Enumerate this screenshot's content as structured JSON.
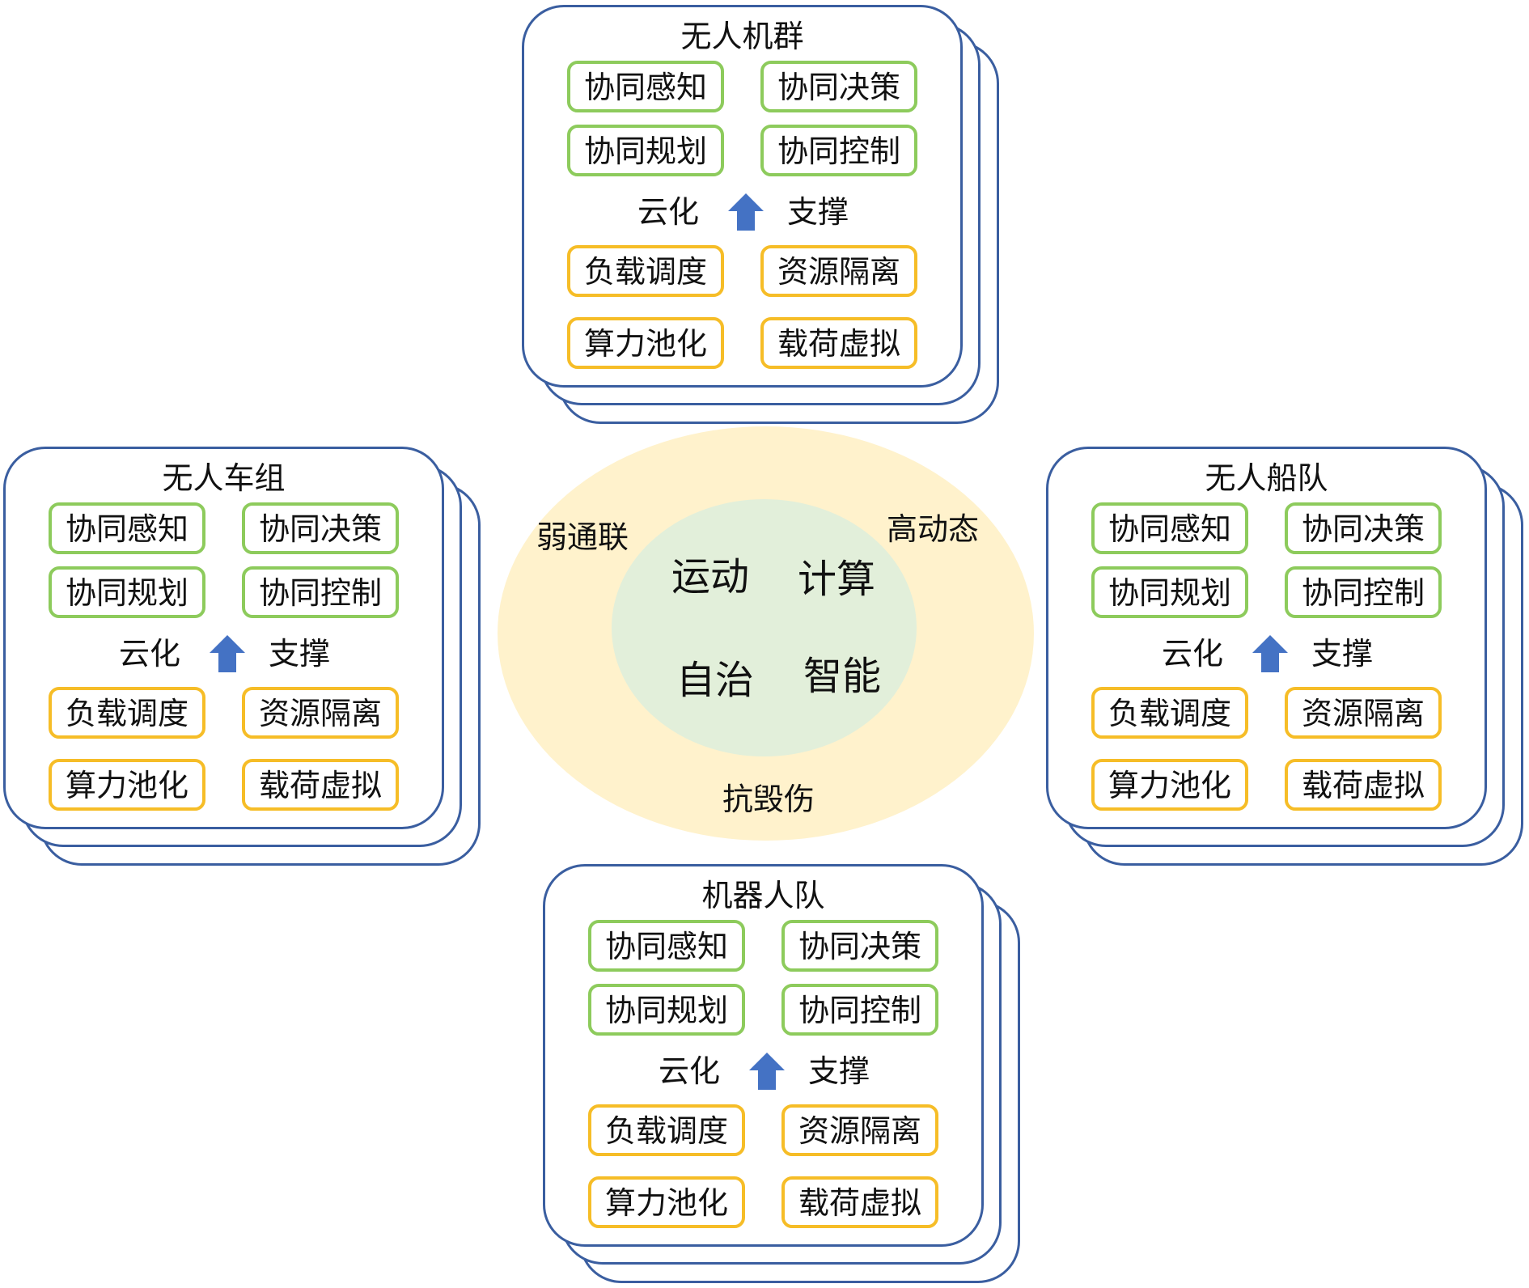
{
  "colors": {
    "card_border": "#3a5ea0",
    "green_border": "#8dcb5c",
    "yellow_border": "#f6bd27",
    "arrow_fill": "#4472c4",
    "outer_ellipse": "#fff2cc",
    "inner_ellipse": "#e2efda"
  },
  "center": {
    "environment": {
      "top_left": "弱通联",
      "top_right": "高动态",
      "bottom": "抗毁伤"
    },
    "core": [
      "运动",
      "计算",
      "自治",
      "智能"
    ]
  },
  "clusters": [
    {
      "id": "top",
      "title": "无人机群",
      "collab": [
        "协同感知",
        "协同决策",
        "协同规划",
        "协同控制"
      ],
      "left_label": "云化",
      "right_label": "支撑",
      "arrow_icon": "up-arrow",
      "cloud": [
        "负载调度",
        "资源隔离",
        "算力池化",
        "载荷虚拟"
      ]
    },
    {
      "id": "left",
      "title": "无人车组",
      "collab": [
        "协同感知",
        "协同决策",
        "协同规划",
        "协同控制"
      ],
      "left_label": "云化",
      "right_label": "支撑",
      "arrow_icon": "up-arrow",
      "cloud": [
        "负载调度",
        "资源隔离",
        "算力池化",
        "载荷虚拟"
      ]
    },
    {
      "id": "right",
      "title": "无人船队",
      "collab": [
        "协同感知",
        "协同决策",
        "协同规划",
        "协同控制"
      ],
      "left_label": "云化",
      "right_label": "支撑",
      "arrow_icon": "up-arrow",
      "cloud": [
        "负载调度",
        "资源隔离",
        "算力池化",
        "载荷虚拟"
      ]
    },
    {
      "id": "bottom",
      "title": "机器人队",
      "collab": [
        "协同感知",
        "协同决策",
        "协同规划",
        "协同控制"
      ],
      "left_label": "云化",
      "right_label": "支撑",
      "arrow_icon": "up-arrow",
      "cloud": [
        "负载调度",
        "资源隔离",
        "算力池化",
        "载荷虚拟"
      ]
    }
  ]
}
